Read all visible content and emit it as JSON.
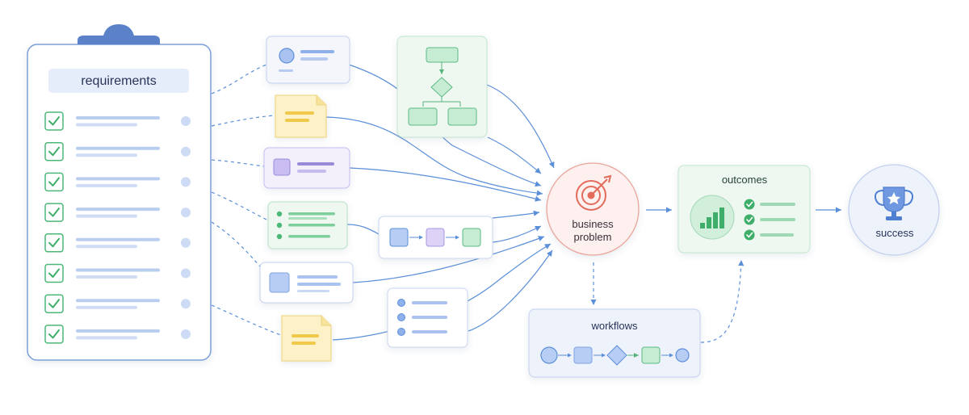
{
  "requirements": {
    "title": "requirements",
    "item_count": 8
  },
  "business_problem": {
    "line1": "business",
    "line2": "problem"
  },
  "outcomes": {
    "title": "outcomes",
    "checks": 3
  },
  "workflows": {
    "title": "workflows"
  },
  "success": {
    "label": "success"
  },
  "colors": {
    "blue": "#5b8fd9",
    "green": "#4cb878",
    "purple": "#9b8ad8",
    "yellow": "#f0c94a",
    "red": "#e36b5c",
    "connector": "#5b8fd9"
  }
}
